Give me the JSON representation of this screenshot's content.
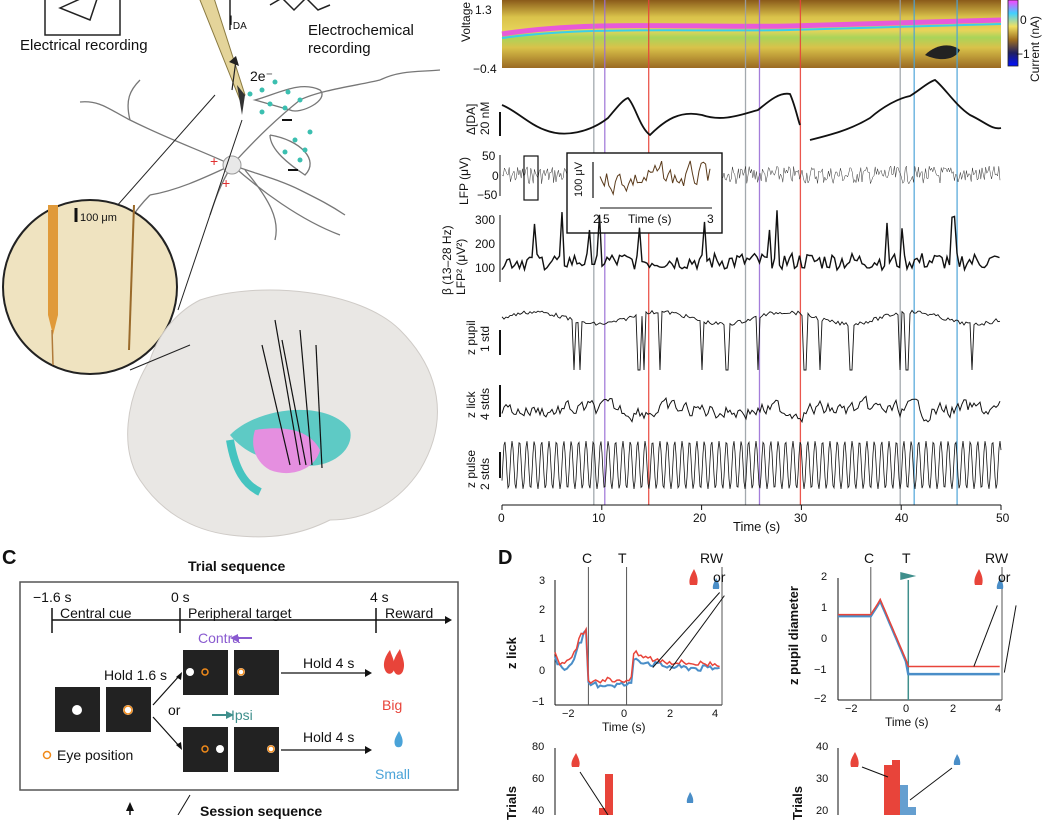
{
  "panel_b": {
    "voltage": {
      "label": "Voltage",
      "top": "1.3",
      "bottom": "−0.4"
    },
    "colorbar": {
      "label": "Current (nA)",
      "ticks": [
        "0",
        "−1"
      ]
    },
    "traces": {
      "da": {
        "label": "Δ[DA]",
        "scale": "20 nM"
      },
      "lfp": {
        "label": "LFP (μV)",
        "ticks": [
          "50",
          "0",
          "−50"
        ]
      },
      "beta": {
        "label1": "β (13–28 Hz)",
        "label2": "LFP² (μV²)",
        "ticks": [
          "300",
          "200",
          "100"
        ]
      },
      "pupil": {
        "label": "z pupil",
        "scale": "1 std"
      },
      "lick": {
        "label": "z lick",
        "scale": "4 stds"
      },
      "pulse": {
        "label": "z pulse",
        "scale": "2 stds"
      }
    },
    "inset": {
      "scale": "100 μV",
      "x_start": "2.5",
      "x_label": "Time (s)",
      "x_end": "3"
    },
    "x_ticks": [
      "0",
      "10",
      "20",
      "30",
      "40",
      "50"
    ],
    "x_label": "Time (s)",
    "colors": {
      "red": "#e8443a",
      "purple": "#9b6fd6",
      "gray": "#9aa0a6",
      "blue": "#4aa3d8"
    }
  },
  "panel_a": {
    "electrical_recording": "Electrical recording",
    "electrochemical_recording": "Electrochemical recording",
    "ida": "I",
    "ida_sub": "DA",
    "electron": "2e⁻",
    "scale_100um": "100 μm"
  },
  "panel_c": {
    "letter": "C",
    "title": "Trial sequence",
    "times": [
      "−1.6 s",
      "0 s",
      "4 s"
    ],
    "phases": [
      "Central cue",
      "Peripheral target",
      "Reward"
    ],
    "hold1": "Hold 1.6 s",
    "or": "or",
    "contra": "Contra",
    "ipsi": "Ipsi",
    "hold4a": "Hold 4 s",
    "hold4b": "Hold 4 s",
    "big": "Big",
    "small": "Small",
    "eye_position": "Eye position",
    "session_sequence": "Session sequence"
  },
  "panel_d": {
    "letter": "D",
    "lick": {
      "ylabel": "z lick",
      "markers": [
        "C",
        "T",
        "RW"
      ],
      "or": "or",
      "yticks": [
        "3",
        "2",
        "1",
        "0",
        "−1"
      ],
      "xticks": [
        "−2",
        "0",
        "2",
        "4"
      ],
      "xlabel": "Time (s)"
    },
    "pupil": {
      "ylabel": "z pupil diameter",
      "markers": [
        "C",
        "T",
        "RW"
      ],
      "or": "or",
      "yticks": [
        "2",
        "1",
        "0",
        "−1",
        "−2"
      ],
      "xticks": [
        "−2",
        "0",
        "2",
        "4"
      ],
      "xlabel": "Time (s)"
    },
    "hist_left": {
      "ylabel": "Trials",
      "yticks": [
        "80",
        "60",
        "40"
      ]
    },
    "hist_right": {
      "ylabel": "Trials",
      "yticks": [
        "40",
        "30",
        "20"
      ]
    },
    "colors": {
      "big": "#e8443a",
      "small": "#4a8ec8"
    }
  }
}
